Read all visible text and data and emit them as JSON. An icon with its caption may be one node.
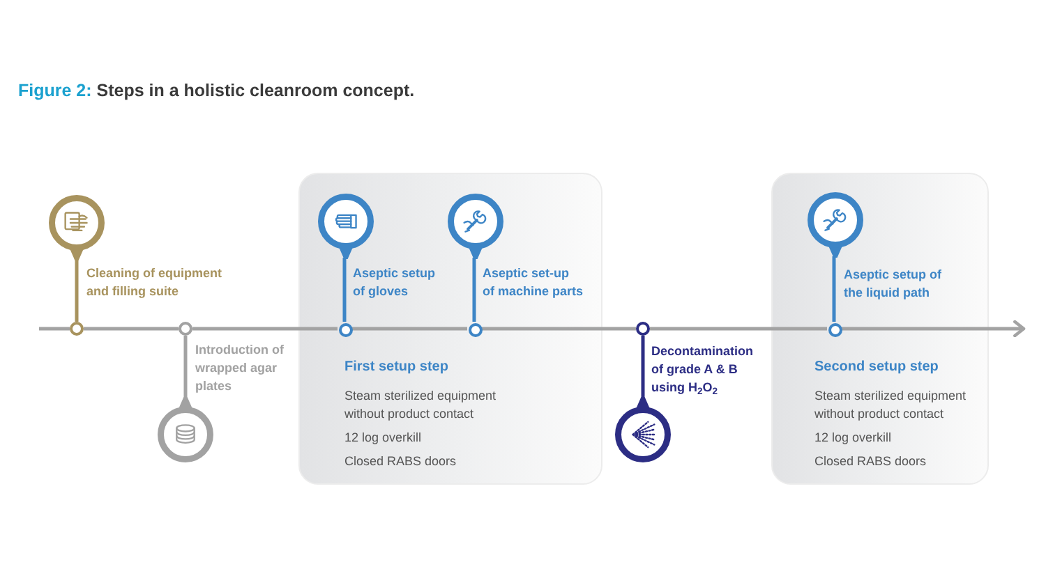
{
  "diagram": {
    "title": "**Figure 2:** Steps in a holistic cleanroom concept.",
    "nodes": [
      {
        "text": [],
        "shape": "circle",
        "beside": [
          "Cleaning of equipment and filling suite"
        ]
      },
      {
        "text": [],
        "shape": "circle"
      },
      {
        "text": [],
        "shape": "circle",
        "beside": [
          "Introduction of wrapped agar plates"
        ]
      },
      {
        "text": [],
        "shape": "circle"
      },
      {
        "text": [
          "First setup step",
          "Steam sterilized equipment without product contact",
          "12 log overkill",
          "Closed RABS doors"
        ]
      },
      {
        "text": [],
        "shape": "circle",
        "beside": [
          "Aseptic setup of gloves"
        ],
        "in": 4
      },
      {
        "text": [],
        "shape": "circle",
        "in": 4
      },
      {
        "text": [],
        "shape": "circle",
        "beside": [
          "Aseptic set-up of machine parts"
        ],
        "in": 4
      },
      {
        "text": [],
        "shape": "circle",
        "in": 4
      },
      {
        "text": [],
        "shape": "circle",
        "beside": [
          "Decontamination of grade A & B using H$_{2}$O$_{2}$"
        ]
      },
      {
        "text": [],
        "shape": "circle"
      },
      {
        "text": [
          "Second setup step",
          "Steam sterilized equipment without product contact",
          "12 log overkill",
          "Closed RABS doors"
        ]
      },
      {
        "text": [],
        "shape": "circle",
        "beside": [
          "Aseptic setup of the liquid path"
        ],
        "in": 11
      },
      {
        "text": [],
        "shape": "circle",
        "in": 11
      }
    ],
    "edges": [
      {
        "from": null,
        "to": 1,
        "arrow": "none"
      },
      {
        "from": 1,
        "to": 3,
        "arrow": "none"
      },
      {
        "from": 3,
        "to": 6,
        "arrow": "none"
      },
      {
        "from": 6,
        "to": 8,
        "arrow": "none"
      },
      {
        "from": 8,
        "to": 10,
        "arrow": "none"
      },
      {
        "from": 10,
        "to": 13,
        "arrow": "none"
      },
      {
        "from": 13,
        "to": null,
        "arrow": "to"
      },
      {
        "from": 0,
        "to": 1,
        "arrow": "none",
        "color": "#a8935e"
      },
      {
        "from": 2,
        "to": 3,
        "arrow": "none"
      },
      {
        "from": 5,
        "to": 6,
        "arrow": "none",
        "color": "#3d85c6"
      },
      {
        "from": 7,
        "to": 8,
        "arrow": "none",
        "color": "#3d85c6"
      },
      {
        "from": 9,
        "to": 10,
        "arrow": "none",
        "color": "#2c2d84"
      },
      {
        "from": 12,
        "to": 13,
        "arrow": "none",
        "color": "#3d85c6"
      }
    ]
  }
}
